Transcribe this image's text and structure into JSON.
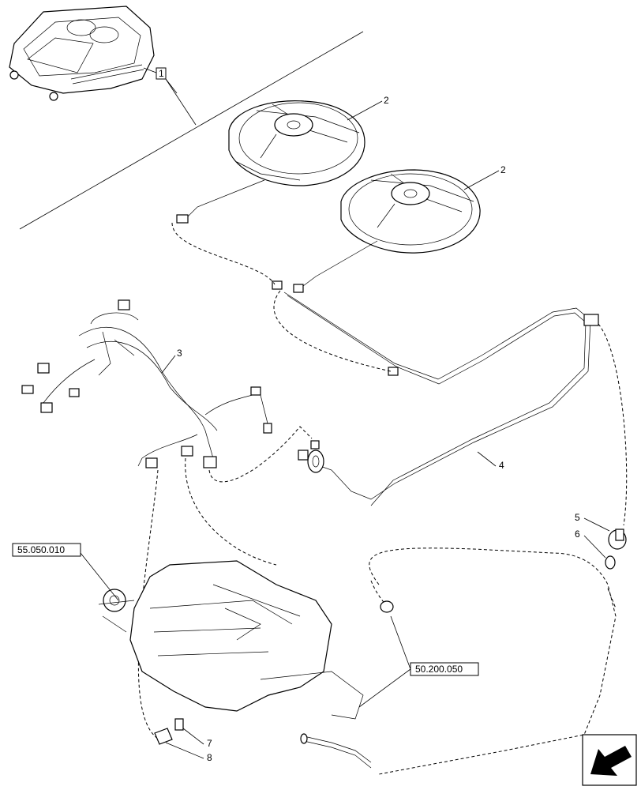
{
  "callouts": {
    "c1": "1",
    "c2a": "2",
    "c2b": "2",
    "c3": "3",
    "c4": "4",
    "c5": "5",
    "c6": "6",
    "c7": "7",
    "c8": "8"
  },
  "references": {
    "r1": "55.050.010",
    "r2": "50.200.050"
  },
  "nav_icon": "arrow-left-icon"
}
